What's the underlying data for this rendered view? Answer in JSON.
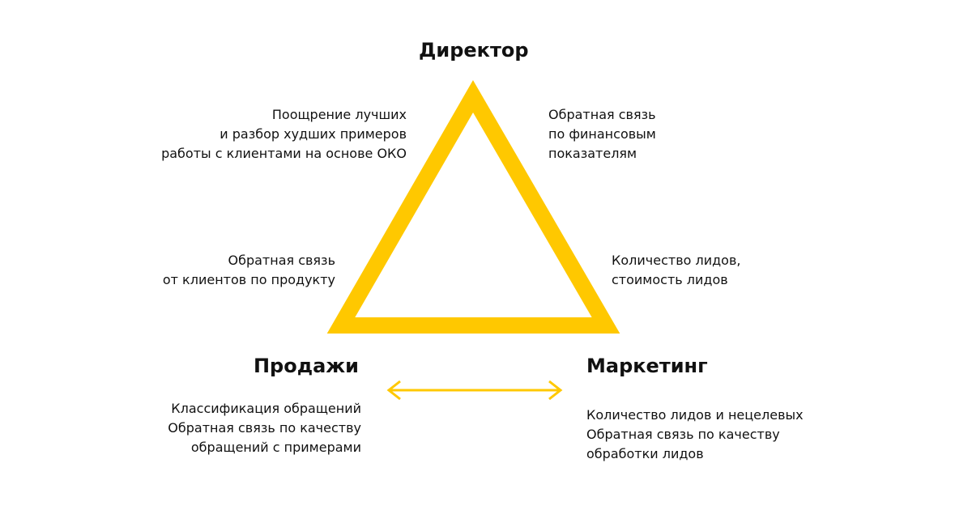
{
  "nodes": {
    "top": {
      "title": "Директор",
      "left_note": [
        "Поощрение лучших",
        "и разбор худших примеров",
        "работы с клиентами на основе ОКО"
      ],
      "right_note": [
        "Обратная связь",
        "по финансовым",
        "показателям"
      ]
    },
    "left": {
      "title": "Продажи",
      "note": [
        "Классификация обращений",
        "Обратная связь по качеству",
        "обращений с примерами"
      ]
    },
    "right": {
      "title": "Маркетинг",
      "note": [
        "Количество лидов и нецелевых",
        "Обратная связь по качеству",
        "обработки лидов"
      ]
    }
  },
  "edges": {
    "left_side": [
      "Обратная связь",
      "от клиентов по продукту"
    ],
    "right_side": [
      "Количество лидов,",
      "стоимость лидов"
    ]
  },
  "colors": {
    "accent": "#FFC800",
    "text": "#111111",
    "background": "#FFFFFF"
  },
  "icons": {
    "triangle": "triangle-outline-icon",
    "arrow": "double-arrow-icon"
  }
}
